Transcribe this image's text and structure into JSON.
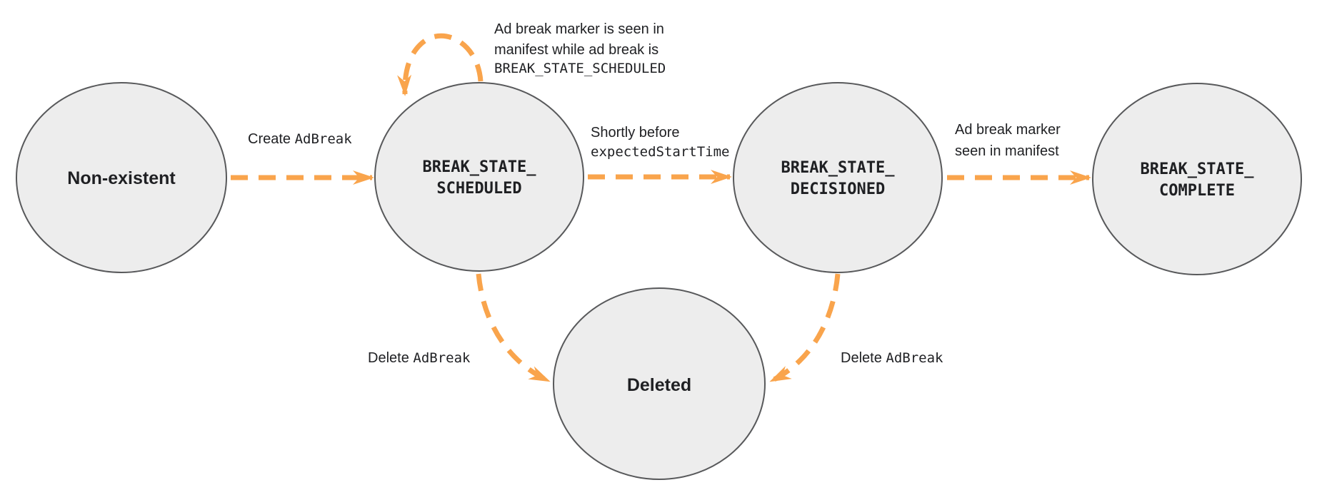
{
  "diagram": {
    "description": "Ad break lifecycle state diagram",
    "colors": {
      "arrow_orange": "#f9a44c",
      "node_fill": "#ededed",
      "node_stroke": "#58595b",
      "text_dark": "#202124"
    },
    "states": {
      "non_existent": {
        "label": "Non-existent"
      },
      "scheduled": {
        "line1": "BREAK_STATE_",
        "line2": "SCHEDULED"
      },
      "decisioned": {
        "line1": "BREAK_STATE_",
        "line2": "DECISIONED"
      },
      "complete": {
        "line1": "BREAK_STATE_",
        "line2": "COMPLETE"
      },
      "deleted": {
        "label": "Deleted"
      }
    },
    "transitions": {
      "create": {
        "text": "Create ",
        "code": "AdBreak"
      },
      "self_loop": {
        "line1": "Ad break marker is seen in",
        "line2": "manifest while ad break is",
        "code_line": "BREAK_STATE_SCHEDULED"
      },
      "decision": {
        "line1": "Shortly before",
        "code_line": "expectedStartTime"
      },
      "complete": {
        "line1": "Ad break marker",
        "line2": "seen in manifest"
      },
      "delete_left": {
        "text": "Delete ",
        "code": "AdBreak"
      },
      "delete_right": {
        "text": "Delete ",
        "code": "AdBreak"
      }
    }
  }
}
